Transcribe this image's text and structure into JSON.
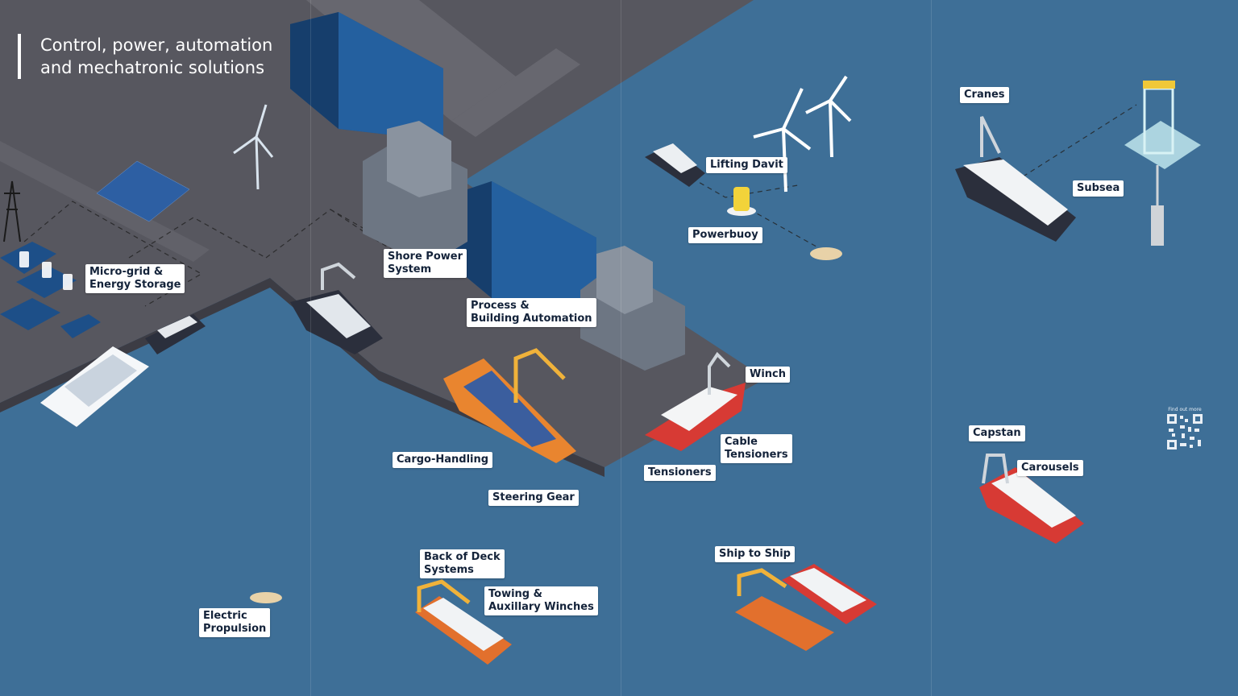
{
  "heading": {
    "line1": "Control, power, automation",
    "line2": "and mechatronic solutions"
  },
  "labels": {
    "micro_grid": [
      "Micro-grid &",
      "Energy Storage"
    ],
    "shore_power": [
      "Shore Power",
      "System"
    ],
    "process_automation": [
      "Process &",
      "Building Automation"
    ],
    "cargo_handling": "Cargo-Handling",
    "steering_gear": "Steering Gear",
    "back_of_deck": [
      "Back of Deck",
      "Systems"
    ],
    "towing": [
      "Towing &",
      "Auxillary Winches"
    ],
    "electric_propulsion": [
      "Electric",
      "Propulsion"
    ],
    "lifting_davit": "Lifting Davit",
    "powerbuoy": "Powerbuoy",
    "winch": "Winch",
    "cable_tensioners": [
      "Cable",
      "Tensioners"
    ],
    "tensioners": "Tensioners",
    "ship_to_ship": "Ship to Ship",
    "cranes": "Cranes",
    "subsea": "Subsea",
    "capstan": "Capstan",
    "carousels": "Carousels"
  },
  "qr": {
    "caption": "Find out more"
  },
  "colors": {
    "sea": "#3e6f97",
    "land": "#56565e",
    "building": "#1f4f86",
    "label_text": "#14233a",
    "accent_red": "#d73a34",
    "accent_orange": "#e9852f"
  },
  "icons": [
    "wind-turbine-icon",
    "solar-panel-icon",
    "pylon-icon",
    "battery-icon",
    "warehouse-icon",
    "ship-icon",
    "crane-icon",
    "buoy-icon",
    "subsea-platform-icon",
    "qr-code-icon"
  ]
}
